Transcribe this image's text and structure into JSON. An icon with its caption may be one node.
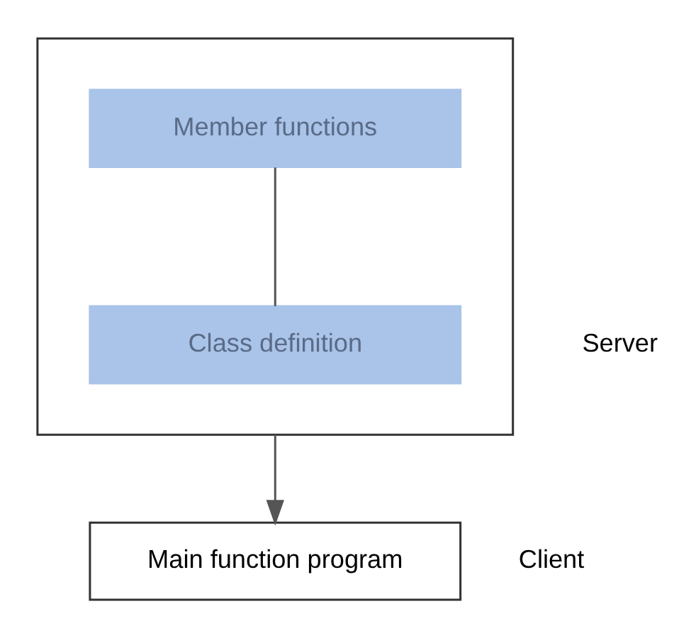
{
  "diagram": {
    "nodes": [
      {
        "text": [],
        "shape": "box",
        "beside": [
          "Server"
        ]
      },
      {
        "text": [
          "Member functions"
        ],
        "in": 0
      },
      {
        "text": [
          "Class definition"
        ],
        "in": 0
      },
      {
        "text": [
          "Main function program"
        ],
        "beside": [
          "Client"
        ]
      }
    ],
    "edges": [
      {
        "from": 1,
        "to": 2,
        "arrow": "none"
      },
      {
        "from": 0,
        "to": 3,
        "arrow": "to"
      }
    ]
  }
}
